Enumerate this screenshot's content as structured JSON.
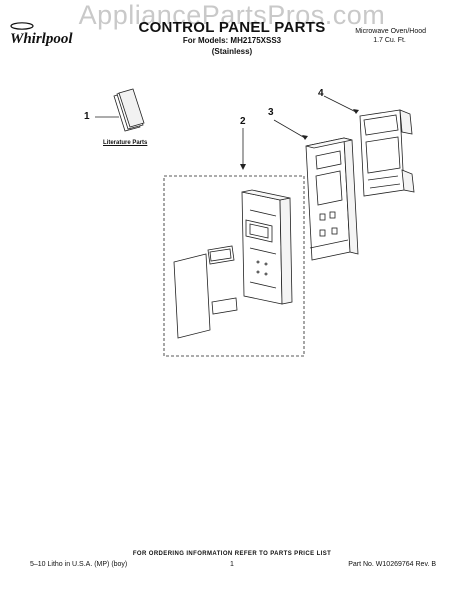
{
  "watermark": "AppliancePartsPros.com",
  "brand": {
    "name": "Whirlpool"
  },
  "header": {
    "title": "CONTROL PANEL PARTS",
    "models_line": "For Models: MH2175XSS3",
    "finish": "(Stainless)",
    "product": "Microwave Oven/Hood",
    "capacity": "1.7 Cu. Ft."
  },
  "callouts": [
    "1",
    "2",
    "3",
    "4"
  ],
  "literature_label": "Literature Parts",
  "footer": {
    "ordering_info": "FOR ORDERING INFORMATION REFER TO PARTS PRICE LIST",
    "print_info": "5–10 Litho in U.S.A. (MP) (boy)",
    "page": "1",
    "part_no": "Part No. W10269764 Rev. B"
  }
}
